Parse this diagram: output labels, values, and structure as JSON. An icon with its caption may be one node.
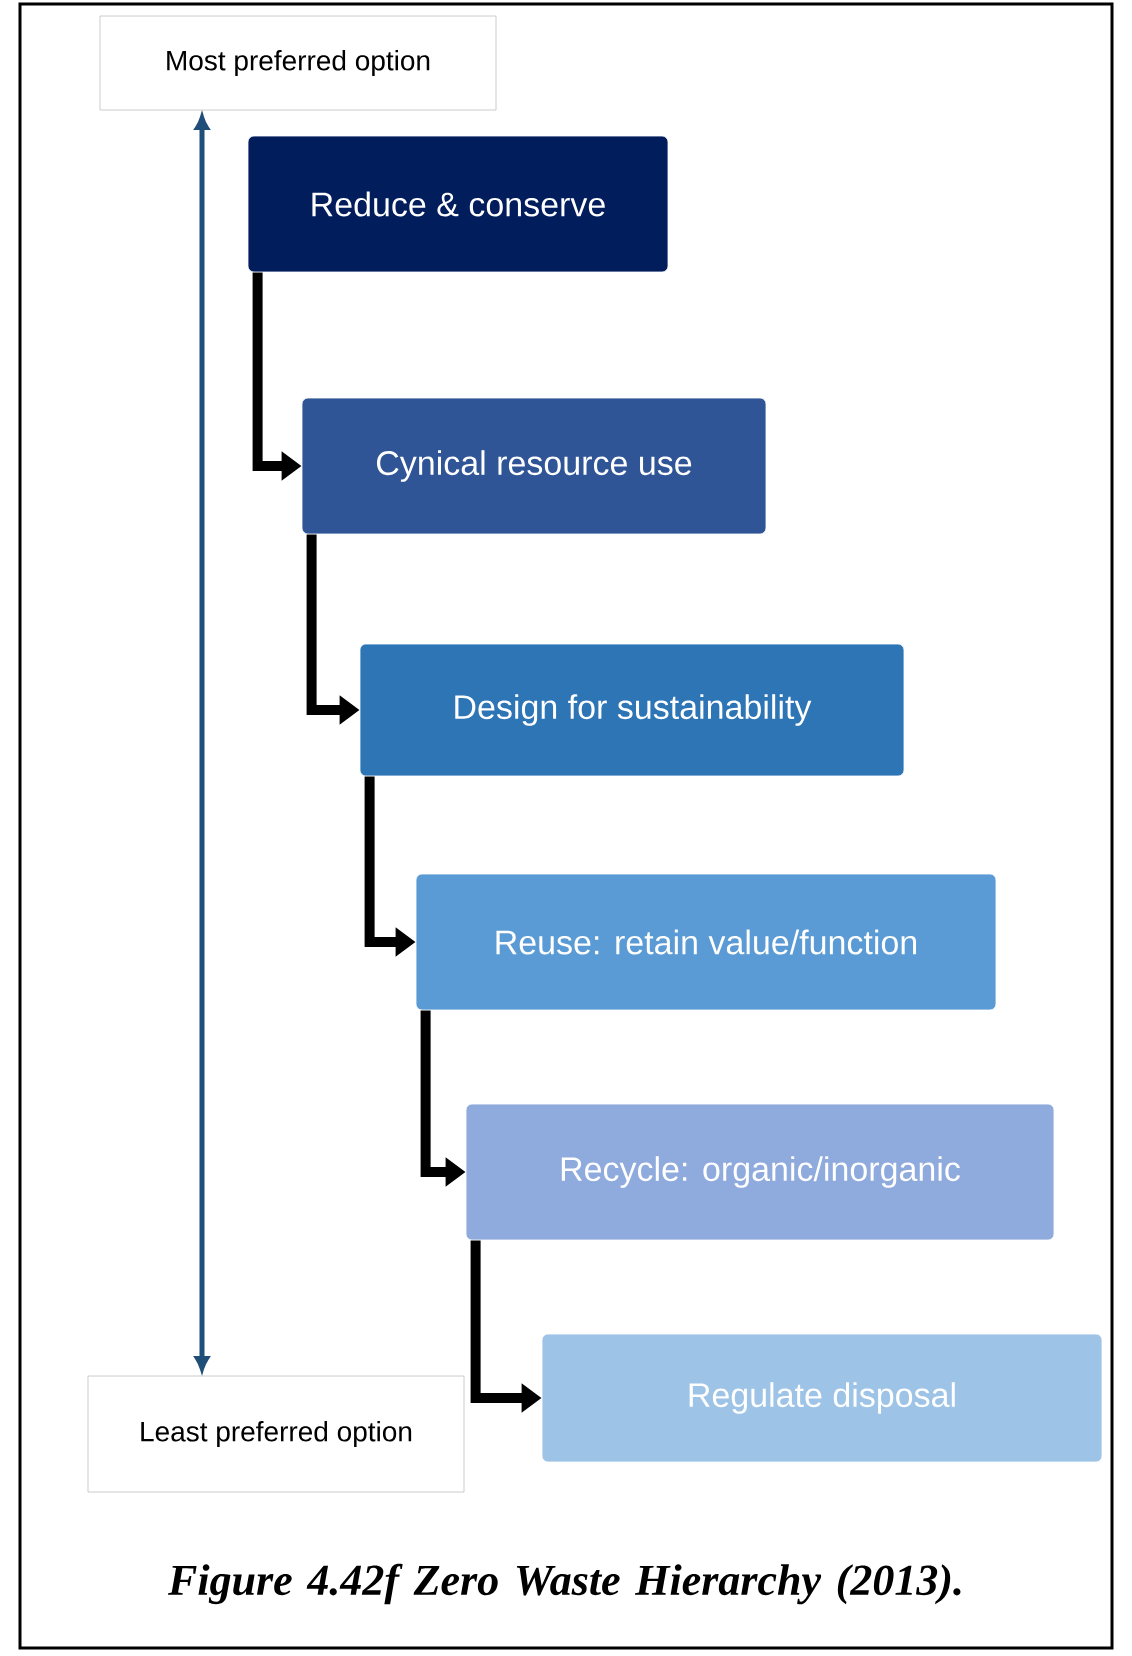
{
  "diagram": {
    "caption": "Figure 4.42f  Zero Waste Hierarchy (2013).",
    "nodes": [
      {
        "text": [
          "Most preferred option"
        ]
      },
      {
        "text": [
          "Reduce & conserve"
        ]
      },
      {
        "text": [
          "Cynical resource use"
        ]
      },
      {
        "text": [
          "Design for sustainability"
        ]
      },
      {
        "text": [
          "Reuse: retain value/function"
        ]
      },
      {
        "text": [
          "Recycle: organic/inorganic"
        ]
      },
      {
        "text": [
          "Regulate disposal"
        ]
      },
      {
        "text": [
          "Least preferred option"
        ]
      }
    ],
    "edges": [
      {
        "from": 0,
        "to": 7,
        "arrow": "both",
        "color": "#1f4e79"
      },
      {
        "from": 1,
        "to": 2,
        "arrow": "to"
      },
      {
        "from": 2,
        "to": 3,
        "arrow": "to"
      },
      {
        "from": 3,
        "to": 4,
        "arrow": "to"
      },
      {
        "from": 4,
        "to": 5,
        "arrow": "to"
      },
      {
        "from": 5,
        "to": 6,
        "arrow": "to"
      }
    ]
  }
}
